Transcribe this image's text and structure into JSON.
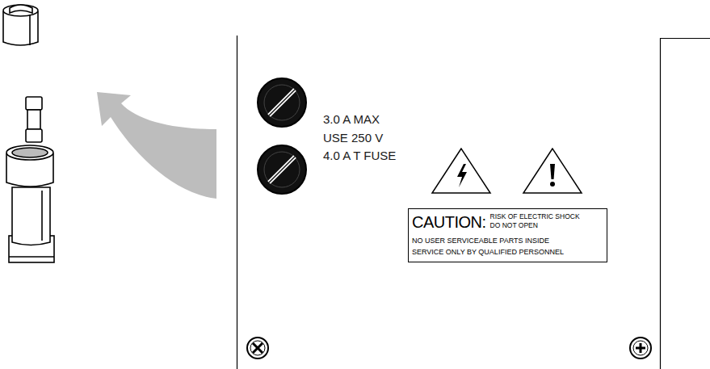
{
  "diagram": {
    "nodes": [
      {
        "text": [
          "CAUTION:",
          "RISK OF ELECTRIC SHOCK",
          "DO NOT OPEN",
          "NO USER SERVICEABLE PARTS INSIDE",
          "SERVICE ONLY BY QUALIFIED PERSONNEL"
        ]
      }
    ],
    "labels": [
      "3.0 A MAX",
      "USE 250 V",
      "4.0 A T FUSE"
    ]
  }
}
